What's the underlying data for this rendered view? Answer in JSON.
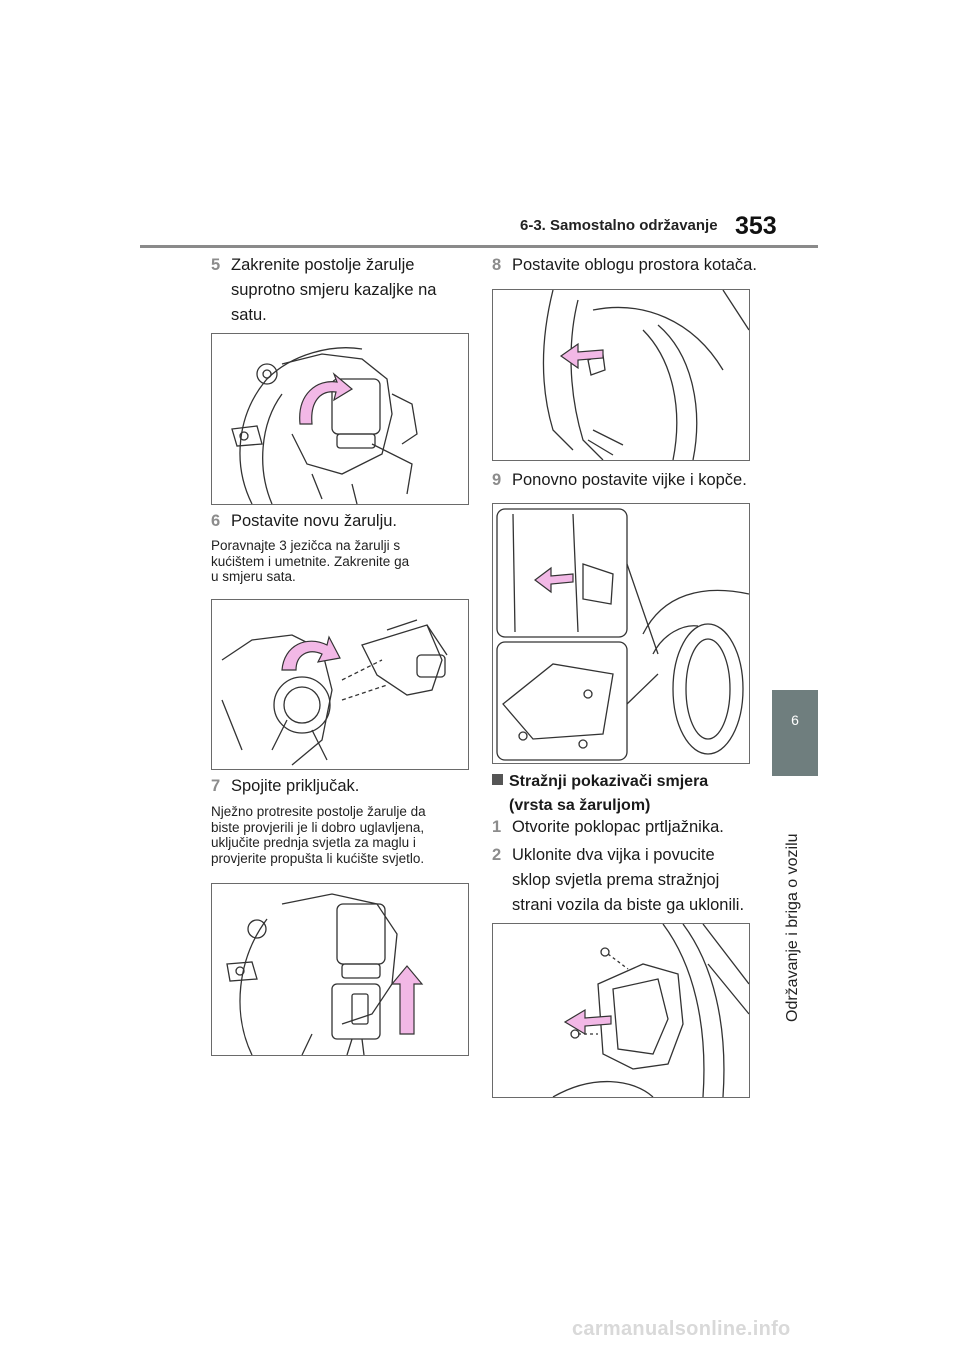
{
  "header": {
    "section": "6-3. Samostalno održavanje",
    "page_number": "353"
  },
  "side": {
    "chapter_number": "6",
    "chapter_title": "Održavanje i briga o vozilu"
  },
  "left_column": {
    "step5": {
      "num": "5",
      "line1": "Zakrenite postolje žarulje",
      "line2": "suprotno smjeru kazaljke na",
      "line3": "satu."
    },
    "step6": {
      "num": "6",
      "text": "Postavite novu žarulju."
    },
    "note6": {
      "line1": "Poravnajte 3 jezičca na žarulji s",
      "line2": "kućištem i umetnite. Zakrenite ga",
      "line3": "u smjeru sata."
    },
    "step7": {
      "num": "7",
      "text": "Spojite priključak."
    },
    "note7": {
      "line1": "Nježno protresite postolje žarulje da",
      "line2": "biste provjerili je li dobro uglavljena,",
      "line3": "uključite prednja svjetla za maglu i",
      "line4": "provjerite propušta li kućište svjetlo."
    }
  },
  "right_column": {
    "step8": {
      "num": "8",
      "text": "Postavite oblogu prostora kotača."
    },
    "step9": {
      "num": "9",
      "text": "Ponovno postavite vijke i kopče."
    },
    "section_heading": {
      "line1": "Stražnji pokazivači smjera",
      "line2": "(vrsta sa žaruljom)"
    },
    "step1": {
      "num": "1",
      "text": "Otvorite poklopac prtljažnika."
    },
    "step2": {
      "num": "2",
      "line1": "Uklonite dva vijka i povucite",
      "line2": "sklop svjetla prema stražnjoj",
      "line3": "strani vozila da biste ga uklonili."
    }
  },
  "footer": {
    "url": "carmanualsonline.info"
  },
  "colors": {
    "arrow_fill": "#f2b8e6",
    "tab_bg": "#6f7e7e",
    "step_number": "#8c8c8c"
  }
}
